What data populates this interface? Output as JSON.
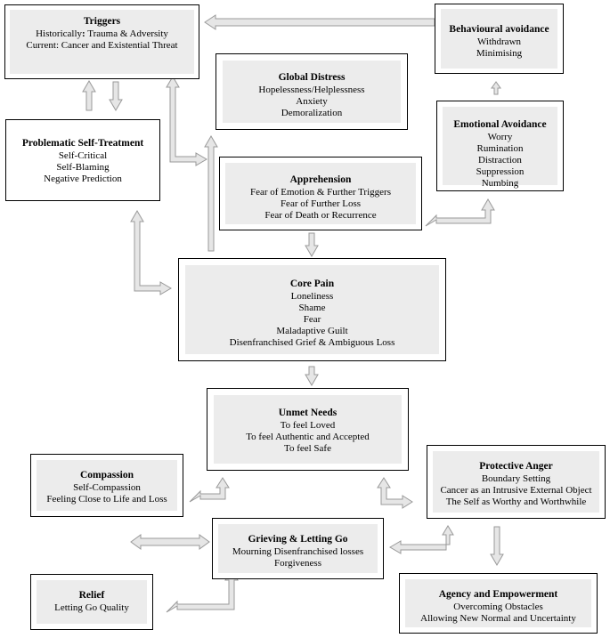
{
  "boxes": {
    "triggers": {
      "title": "Triggers",
      "historically_label": "Historically",
      "historically_sep": ":",
      "historically_text": " Trauma & Adversity",
      "current": "Current: Cancer and Existential Threat"
    },
    "behavioural_avoidance": {
      "title": "Behavioural avoidance",
      "lines": [
        "Withdrawn",
        "Minimising"
      ]
    },
    "global_distress": {
      "title": "Global Distress",
      "lines": [
        "Hopelessness/Helplessness",
        "Anxiety",
        "Demoralization"
      ]
    },
    "emotional_avoidance": {
      "title": "Emotional Avoidance",
      "lines": [
        "Worry",
        "Rumination",
        "Distraction",
        "Suppression",
        "Numbing"
      ]
    },
    "problematic_self_treatment": {
      "title": "Problematic Self-Treatment",
      "lines": [
        "Self-Critical",
        "Self-Blaming",
        "Negative Prediction"
      ]
    },
    "apprehension": {
      "title": "Apprehension",
      "lines": [
        "Fear of Emotion & Further Triggers",
        "Fear of Further Loss",
        "Fear of Death or Recurrence"
      ]
    },
    "core_pain": {
      "title": "Core Pain",
      "lines": [
        "Loneliness",
        "Shame",
        "Fear",
        "Maladaptive Guilt",
        "Disenfranchised Grief & Ambiguous Loss"
      ]
    },
    "unmet_needs": {
      "title": "Unmet Needs",
      "lines": [
        "To feel Loved",
        "To feel Authentic and Accepted",
        "To feel Safe"
      ]
    },
    "compassion": {
      "title": "Compassion",
      "lines": [
        "Self-Compassion",
        "Feeling Close to Life and Loss"
      ]
    },
    "protective_anger": {
      "title": "Protective Anger",
      "lines": [
        "Boundary Setting",
        "Cancer as an Intrusive External Object",
        "The Self as Worthy and Worthwhile"
      ]
    },
    "grieving": {
      "title": "Grieving & Letting Go",
      "lines": [
        "Mourning Disenfranchised losses",
        "Forgiveness"
      ]
    },
    "relief": {
      "title": "Relief",
      "lines": [
        "Letting Go Quality"
      ]
    },
    "agency": {
      "title": "Agency and Empowerment",
      "lines": [
        "Overcoming Obstacles",
        "Allowing New Normal and Uncertainty"
      ]
    }
  }
}
